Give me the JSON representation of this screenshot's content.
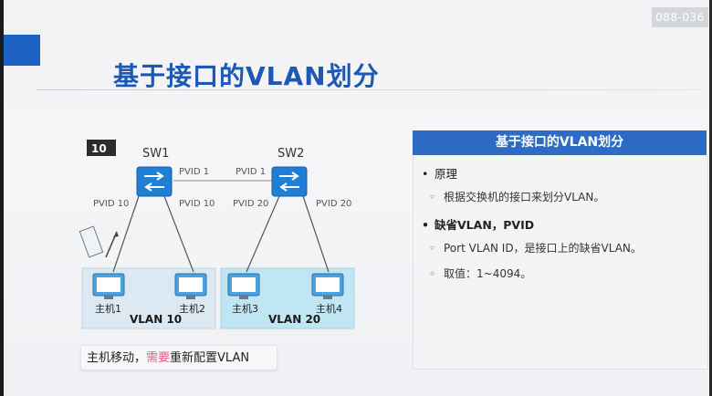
{
  "slide": {
    "page_code": "088-036",
    "title": "基于接口的VLAN划分"
  },
  "diagram": {
    "tag_label": "10",
    "switches": [
      {
        "name": "SW1"
      },
      {
        "name": "SW2"
      }
    ],
    "port_labels": {
      "sw1_uplink": "PVID 1",
      "sw2_uplink": "PVID 1",
      "sw1_left": "PVID 10",
      "sw1_right": "PVID 10",
      "sw2_left": "PVID 20",
      "sw2_right": "PVID 20"
    },
    "hosts": [
      "主机1",
      "主机2",
      "主机3",
      "主机4"
    ],
    "vlans": [
      "VLAN 10",
      "VLAN 20"
    ],
    "colors": {
      "vlan10_fill": "#dce8f2",
      "vlan20_fill": "#bfe6f2",
      "switch": "#1f7fd6",
      "accent": "#1c58b5"
    }
  },
  "callout": {
    "prefix": "主机移动，",
    "highlight": "需要",
    "suffix": "重新配置VLAN"
  },
  "panel": {
    "header": "基于接口的VLAN划分",
    "items": [
      {
        "level": 1,
        "text": "原理",
        "bold": false
      },
      {
        "level": 2,
        "text": "根据交换机的接口来划分VLAN。"
      },
      {
        "level": 1,
        "text": "缺省VLAN，PVID",
        "bold": true
      },
      {
        "level": 2,
        "text": "Port VLAN ID，是接口上的缺省VLAN。"
      },
      {
        "level": 2,
        "text": "取值：1~4094。"
      }
    ]
  }
}
